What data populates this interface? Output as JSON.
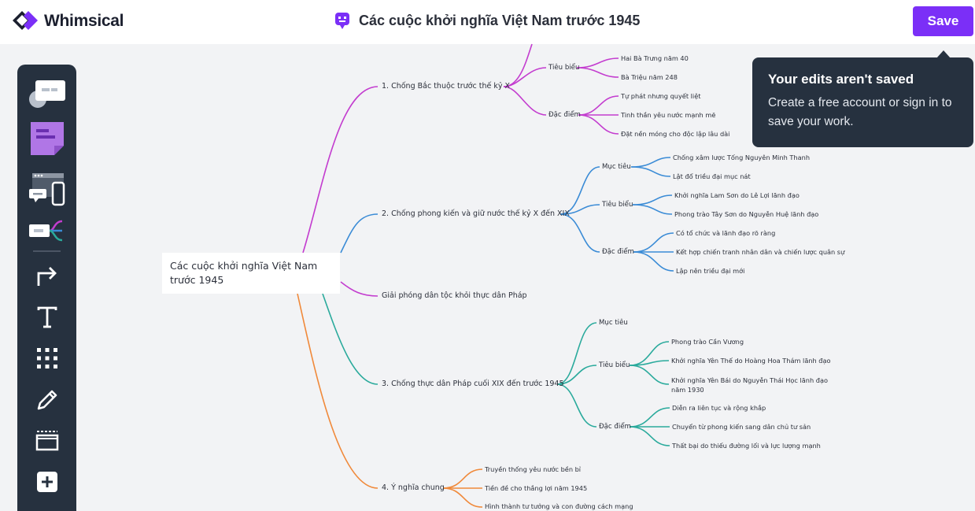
{
  "app": {
    "name": "Whimsical"
  },
  "header": {
    "doc_title": "Các cuộc khởi nghĩa Việt Nam trước 1945",
    "save_label": "Save"
  },
  "tooltip": {
    "title": "Your edits aren't saved",
    "body": "Create a free account or sign in to save your work."
  },
  "toolbar": {
    "tools": [
      "flowchart-icon",
      "sticky-note-icon",
      "wireframe-icon",
      "mindmap-icon",
      "connector-icon",
      "text-icon",
      "grid-icon",
      "pen-icon",
      "section-icon",
      "add-icon"
    ]
  },
  "colors": {
    "brand": "#7b2ff7",
    "toolbar_bg": "#26313f",
    "branch_magenta": "#c33ccf",
    "branch_blue": "#3a8bd6",
    "branch_teal": "#2aaa9c",
    "branch_orange": "#f0893a"
  },
  "mindmap": {
    "root": "Các cuộc khởi nghĩa Việt Nam trước 1945",
    "b1": {
      "label": "1. Chống Bắc thuộc trước thế kỷ X",
      "tieubieu": "Tiêu biểu",
      "tieubieu_items": [
        "Hai Bà Trưng năm 40",
        "Bà Triệu năm 248"
      ],
      "dacdiem": "Đặc điểm",
      "dacdiem_items": [
        "Tự phát nhưng quyết liệt",
        "Tinh thần yêu nước mạnh mẽ",
        "Đặt nền móng cho độc lập lâu dài"
      ]
    },
    "b2": {
      "label": "2. Chống phong kiến và giữ nước thế kỷ X đến XIX",
      "muctieu": "Mục tiêu",
      "muctieu_items": [
        "Chống xâm lược Tống Nguyên Minh Thanh",
        "Lật đổ triều đại mục nát"
      ],
      "tieubieu": "Tiêu biểu",
      "tieubieu_items": [
        "Khởi nghĩa Lam Sơn do Lê Lợi lãnh đạo",
        "Phong trào Tây Sơn do Nguyễn Huệ lãnh đạo"
      ],
      "dacdiem": "Đặc điểm",
      "dacdiem_items": [
        "Có tổ chức và lãnh đạo rõ ràng",
        "Kết hợp chiến tranh nhân dân và chiến lược quân sự",
        "Lập nên triều đại mới"
      ]
    },
    "b_phap": {
      "label": "Giải phóng dân tộc khỏi thực dân Pháp"
    },
    "b3": {
      "label": "3. Chống thực dân Pháp cuối XIX đến trước 1945",
      "muctieu": "Mục tiêu",
      "tieubieu": "Tiêu biểu",
      "tieubieu_items": [
        "Phong trào Cần Vương",
        "Khởi nghĩa Yên Thế do Hoàng Hoa Thám lãnh đạo",
        "Khởi nghĩa Yên Bái do Nguyễn Thái Học lãnh đạo năm 1930"
      ],
      "dacdiem": "Đặc điểm",
      "dacdiem_items": [
        "Diễn ra liên tục và rộng khắp",
        "Chuyển từ phong kiến sang dân chủ tư sản",
        "Thất bại do thiếu đường lối và lực lượng mạnh"
      ]
    },
    "b4": {
      "label": "4. Ý nghĩa chung",
      "items": [
        "Truyền thống yêu nước bền bỉ",
        "Tiền đề cho thắng lợi năm 1945",
        "Hình thành tư tưởng và con đường cách mạng"
      ]
    }
  }
}
